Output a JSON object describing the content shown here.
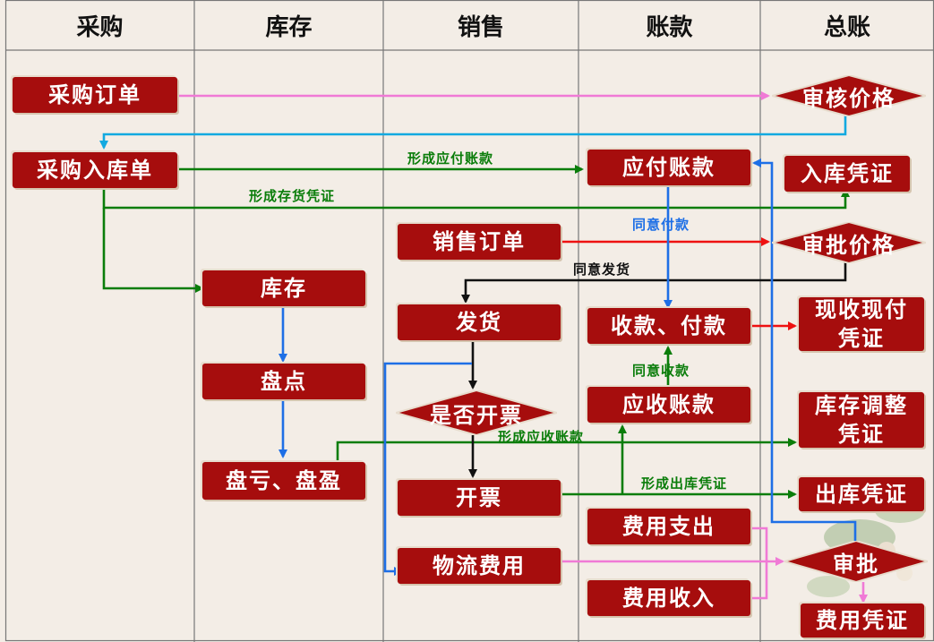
{
  "lanes": [
    "采购",
    "库存",
    "销售",
    "账款",
    "总账"
  ],
  "nodes": {
    "purchase_order": "采购订单",
    "purchase_receipt": "采购入库单",
    "inventory": "库存",
    "stocktake": "盘点",
    "loss_gain": "盘亏、盘盈",
    "sales_order": "销售订单",
    "ship": "发货",
    "invoice_decision": "是否开票",
    "invoice": "开票",
    "logistics_cost": "物流费用",
    "payable": "应付账款",
    "collect_pay": "收款、付款",
    "receivable": "应收账款",
    "expense_out": "费用支出",
    "expense_in": "费用收入",
    "review_price": "审核价格",
    "receipt_voucher": "入库凭证",
    "approve_price": "审批价格",
    "cash_voucher_line1": "现收现付",
    "cash_voucher_line2": "凭证",
    "adjust_voucher_line1": "库存调整",
    "adjust_voucher_line2": "凭证",
    "issue_voucher": "出库凭证",
    "approve": "审批",
    "expense_voucher": "费用凭证"
  },
  "labels": {
    "form_payable": "形成应付账款",
    "form_stock_voucher": "形成存货凭证",
    "agree_payment": "同意付款",
    "agree_ship": "同意发货",
    "agree_collect": "同意收款",
    "form_receivable": "形成应收账款",
    "form_issue_voucher": "形成出库凭证"
  },
  "colors": {
    "box_fill": "#a60d0d",
    "header_text": "#111111",
    "grid": "#777777",
    "green": "#0a7d0a",
    "blue": "#1e6fe6",
    "cyan": "#12a9e0",
    "pink": "#f07ad6",
    "red": "#ee1111",
    "black": "#111111"
  }
}
